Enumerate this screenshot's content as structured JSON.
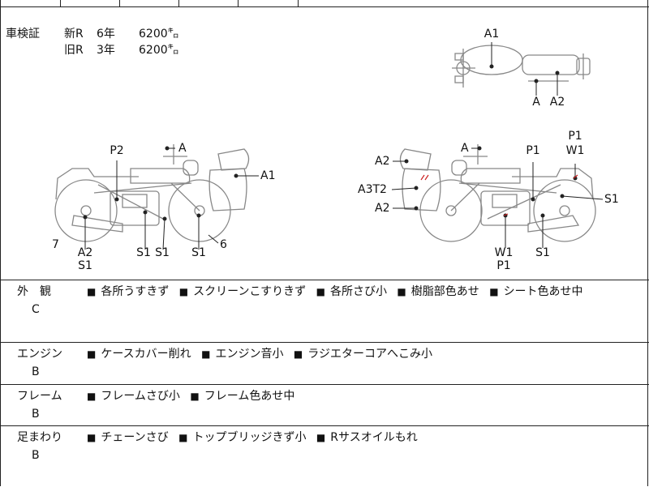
{
  "inspection": {
    "label": "車検証",
    "rows": [
      {
        "type": "新R",
        "years": "6年",
        "value": "6200㌔"
      },
      {
        "type": "旧R",
        "years": "3年",
        "value": "6200㌔"
      }
    ]
  },
  "marks": {
    "top_view": {
      "A1": "A1",
      "A": "A",
      "A2": "A2"
    },
    "left_side": {
      "P2": "P2",
      "A": "A",
      "A1": "A1",
      "num7": "7",
      "A2": "A2",
      "S1a": "S1",
      "S1b": "S1",
      "S1c": "S1",
      "S1d": "S1",
      "num6": "6"
    },
    "right_side": {
      "A2a": "A2",
      "A": "A",
      "P1a": "P1",
      "P1b": "P1",
      "W1a": "W1",
      "A3T2": "A3T2",
      "S1a": "S1",
      "A2b": "A2",
      "W1b": "W1",
      "P1c": "P1",
      "S1b": "S1"
    }
  },
  "sections": [
    {
      "name": "外　観",
      "grade": "C",
      "items": [
        "各所うすきず",
        "スクリーンこすりきず",
        "各所さび小",
        "樹脂部色あせ",
        "シート色あせ中"
      ]
    },
    {
      "name": "エンジン",
      "grade": "B",
      "items": [
        "ケースカバー削れ",
        "エンジン音小",
        "ラジエターコアへこみ小"
      ]
    },
    {
      "name": "フレーム",
      "grade": "B",
      "items": [
        "フレームさび小",
        "フレーム色あせ中"
      ]
    },
    {
      "name": "足まわり",
      "grade": "B",
      "items": [
        "チェーンさび",
        "トップブリッジきず小",
        "Rサスオイルもれ"
      ]
    }
  ],
  "bullet": "■",
  "colors": {
    "line": "#222222",
    "bike": "#888888",
    "mark_red": "#cc2222"
  }
}
